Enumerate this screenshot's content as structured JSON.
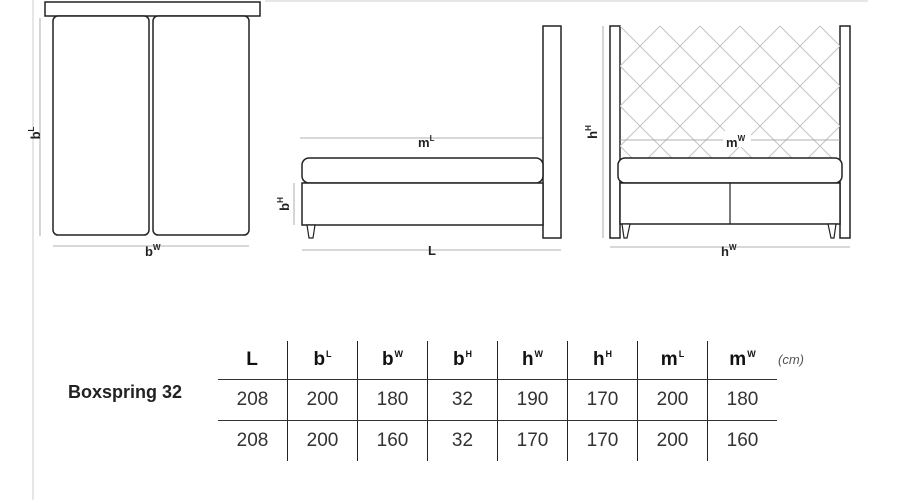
{
  "diagram": {
    "dimension_labels": {
      "top_width": {
        "base": "b",
        "sup": "W"
      },
      "top_length": {
        "base": "b",
        "sup": "L"
      },
      "side_length": {
        "base": "L",
        "sup": ""
      },
      "side_height": {
        "base": "b",
        "sup": "H"
      },
      "side_mattress": {
        "base": "m",
        "sup": "L"
      },
      "front_width": {
        "base": "h",
        "sup": "W"
      },
      "front_height": {
        "base": "h",
        "sup": "H"
      },
      "front_mattress": {
        "base": "m",
        "sup": "W"
      }
    }
  },
  "specs": {
    "product_name": "Boxspring 32",
    "unit": "(cm)",
    "headers": [
      {
        "base": "L",
        "sup": ""
      },
      {
        "base": "b",
        "sup": "L"
      },
      {
        "base": "b",
        "sup": "W"
      },
      {
        "base": "b",
        "sup": "H"
      },
      {
        "base": "h",
        "sup": "W"
      },
      {
        "base": "h",
        "sup": "H"
      },
      {
        "base": "m",
        "sup": "L"
      },
      {
        "base": "m",
        "sup": "W"
      }
    ],
    "rows": [
      [
        "208",
        "200",
        "180",
        "32",
        "190",
        "170",
        "200",
        "180"
      ],
      [
        "208",
        "200",
        "160",
        "32",
        "170",
        "170",
        "200",
        "160"
      ]
    ]
  }
}
